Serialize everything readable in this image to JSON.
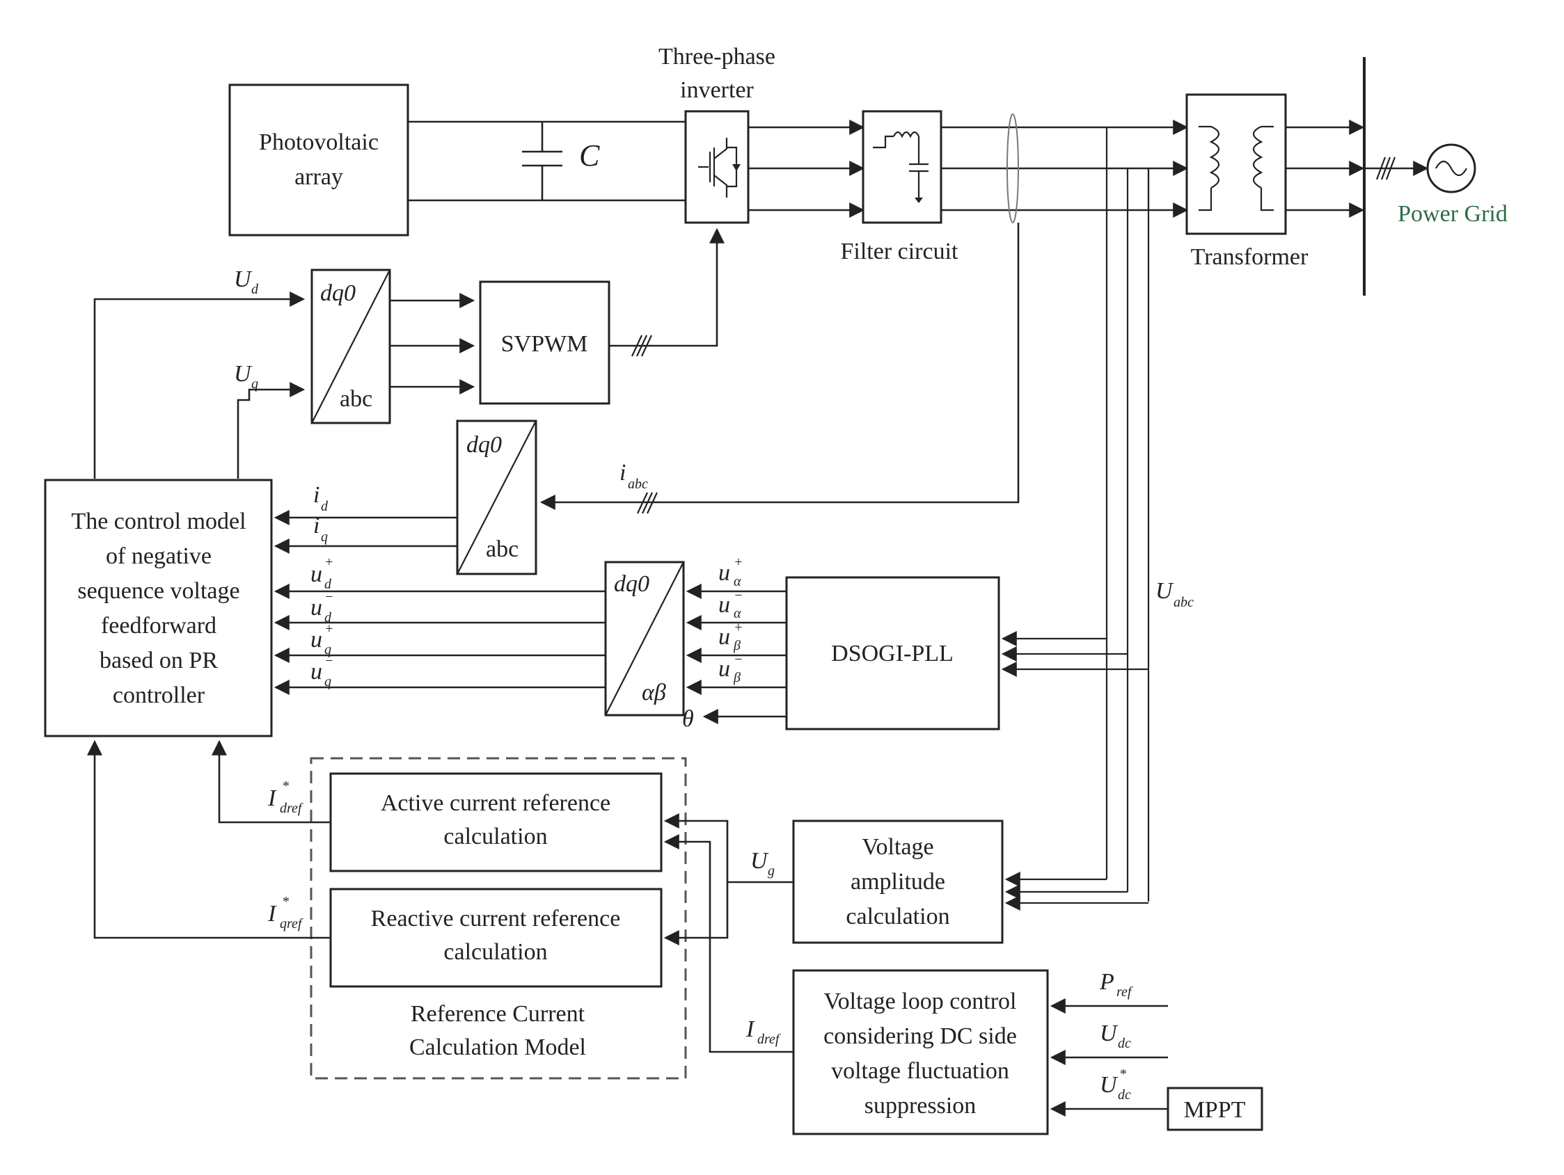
{
  "blocks": {
    "pv_array": [
      "Photovoltaic",
      "array"
    ],
    "capacitor": "C",
    "inverter": [
      "Three-phase",
      "inverter"
    ],
    "filter": "Filter circuit",
    "transformer": "Transformer",
    "grid": "Power Grid",
    "dq0_top": {
      "top": "dq0",
      "bottom": "abc"
    },
    "svpwm": "SVPWM",
    "dq0_mid": {
      "top": "dq0",
      "bottom": "abc"
    },
    "dq0_low": {
      "top": "dq0",
      "bottom": "αβ"
    },
    "controller": [
      "The control model",
      "of negative",
      "sequence voltage",
      "feedforward",
      "based on PR",
      "controller"
    ],
    "dsogi": "DSOGI-PLL",
    "active_ref": [
      "Active current reference",
      "calculation"
    ],
    "reactive_ref": [
      "Reactive current reference",
      "calculation"
    ],
    "ref_model": [
      "Reference Current",
      "Calculation Model"
    ],
    "voltage_amp": [
      "Voltage",
      "amplitude",
      "calculation"
    ],
    "voltage_loop": [
      "Voltage loop control",
      "considering DC side",
      "voltage fluctuation",
      "suppression"
    ],
    "mppt": "MPPT"
  },
  "signals": {
    "Ud": {
      "main": "U",
      "sub": "d"
    },
    "Uq": {
      "main": "U",
      "sub": "q"
    },
    "iabc": {
      "main": "i",
      "sub": "abc"
    },
    "id": {
      "main": "i",
      "sub": "d"
    },
    "iq": {
      "main": "i",
      "sub": "q"
    },
    "ud_plus": {
      "main": "u",
      "sub": "d",
      "sup": "+"
    },
    "ud_minus": {
      "main": "u",
      "sub": "d",
      "sup": "−"
    },
    "uq_plus": {
      "main": "u",
      "sub": "q",
      "sup": "+"
    },
    "uq_minus": {
      "main": "u",
      "sub": "q",
      "sup": "−"
    },
    "ua_plus": {
      "main": "u",
      "sub": "α",
      "sup": "+"
    },
    "ua_minus": {
      "main": "u",
      "sub": "α",
      "sup": "−"
    },
    "ub_plus": {
      "main": "u",
      "sub": "β",
      "sup": "+"
    },
    "ub_minus": {
      "main": "u",
      "sub": "β",
      "sup": "−"
    },
    "theta": "θ",
    "Uabc": {
      "main": "U",
      "sub": "abc"
    },
    "Ug": {
      "main": "U",
      "sub": "g"
    },
    "Idref_star": {
      "main": "I",
      "sub": "dref",
      "sup": "*"
    },
    "Iqref_star": {
      "main": "I",
      "sub": "qref",
      "sup": "*"
    },
    "Idref": {
      "main": "I",
      "sub": "dref"
    },
    "Pref": {
      "main": "P",
      "sub": "ref"
    },
    "Udc": {
      "main": "U",
      "sub": "dc"
    },
    "Udc_star": {
      "main": "U",
      "sub": "dc",
      "sup": "*"
    }
  },
  "colors": {
    "line": "#222222",
    "grid_label": "#2e6b45"
  }
}
